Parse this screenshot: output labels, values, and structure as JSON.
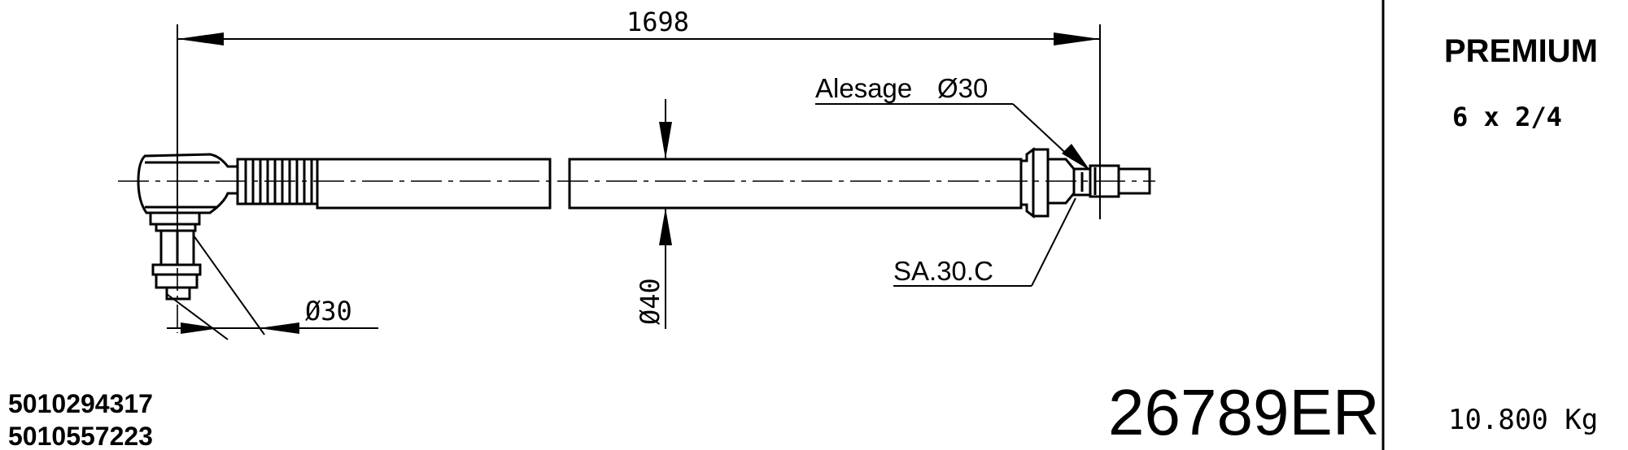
{
  "drawing": {
    "overall_length": "1698",
    "bore_label": "Alesage",
    "bore_diameter": "Ø30",
    "ball_stud_diameter": "Ø30",
    "tube_diameter": "Ø40",
    "clamp_code": "SA.30.C"
  },
  "info": {
    "series": "PREMIUM",
    "axle_config": "6 x 2/4",
    "weight": "10.800 Kg"
  },
  "references": [
    "5010294317",
    "5010557223"
  ],
  "part_number": "26789ER"
}
